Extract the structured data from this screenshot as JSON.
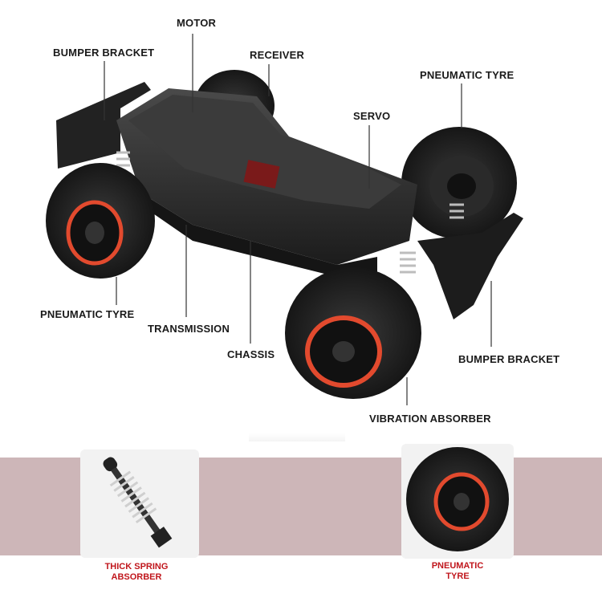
{
  "labels": {
    "motor": "MOTOR",
    "bumper_bracket_top": "BUMPER BRACKET",
    "receiver": "RECEIVER",
    "pneumatic_tyre_top": "PNEUMATIC TYRE",
    "servo": "SERVO",
    "pneumatic_tyre_left": "PNEUMATIC TYRE",
    "transmission": "TRANSMISSION",
    "chassis": "CHASSIS",
    "bumper_bracket_bottom": "BUMPER BRACKET",
    "vibration_absorber": "VIBRATION ABSORBER"
  },
  "insets": {
    "spring_caption_line1": "THICK SPRING",
    "spring_caption_line2": "ABSORBER",
    "tyre_caption_line1": "PNEUMATIC",
    "tyre_caption_line2": "TYRE"
  },
  "colors": {
    "band": "#cdb6b8",
    "caption_red": "#c0161c",
    "rim_red": "#e24a2e",
    "chassis": "#2c2c2c",
    "tyre": "#1e1e1e"
  },
  "icons": [
    "rc-car-illustration",
    "shock-absorber-icon",
    "tyre-icon"
  ]
}
